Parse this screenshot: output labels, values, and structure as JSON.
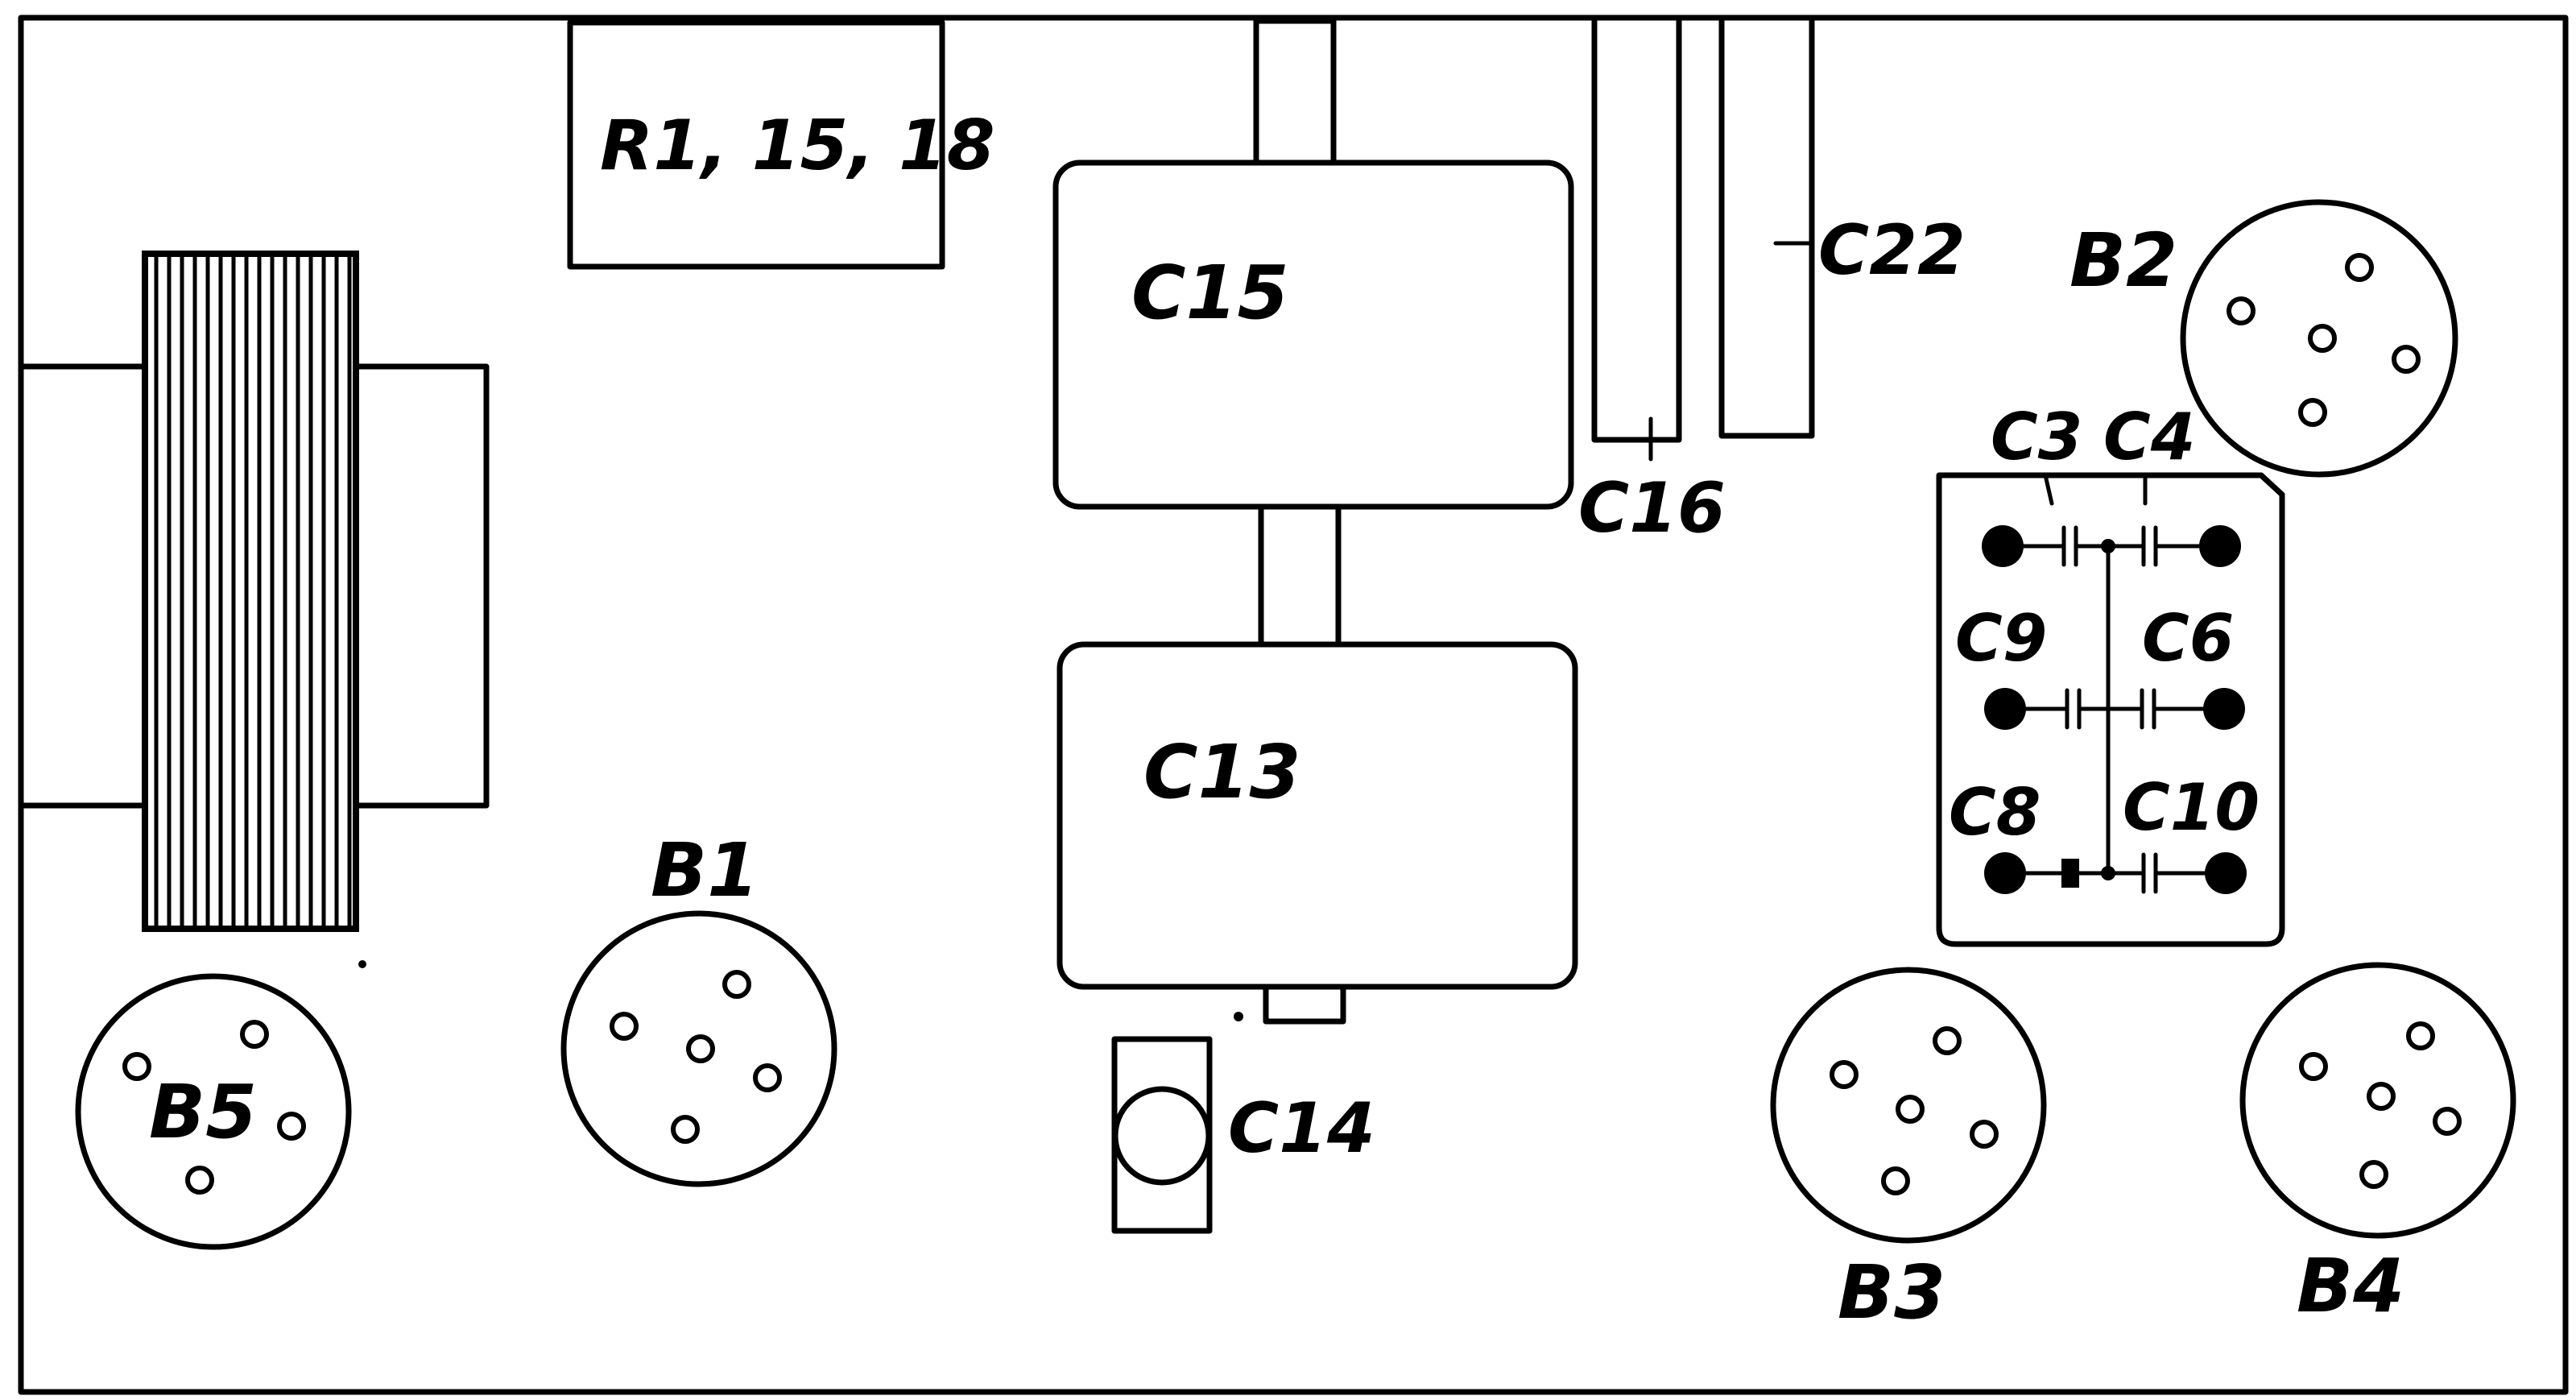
{
  "labels": {
    "resistors": "R1, 15, 18",
    "c15": "C15",
    "c13": "C13",
    "c14": "C14",
    "c16": "C16",
    "c22": "C22",
    "c3": "C3",
    "c4": "C4",
    "c9": "C9",
    "c6": "C6",
    "c8": "C8",
    "c10": "C10",
    "b1": "B1",
    "b2": "B2",
    "b3": "B3",
    "b4": "B4",
    "b5": "B5"
  },
  "colors": {
    "ink": "#000000",
    "paper": "#ffffff"
  }
}
